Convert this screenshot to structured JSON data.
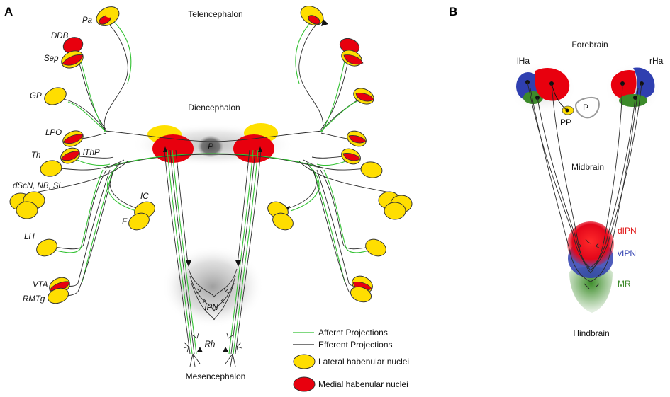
{
  "panels": {
    "a_letter": "A",
    "b_letter": "B"
  },
  "panel_a": {
    "regions": {
      "telencephalon": "Telencephalon",
      "diencephalon": "Diencephalon",
      "mesencephalon": "Mesencephalon"
    },
    "center_labels": {
      "p": "P",
      "ipn": "IPN",
      "rh": "Rh"
    },
    "nuclei_left": {
      "pa": "Pa",
      "ddb": "DDB",
      "sep": "Sep",
      "gp": "GP",
      "lpo": "LPO",
      "th": "Th",
      "ithp": "lThP",
      "dscn": "dScN, NB, Si",
      "ic": "IC",
      "f": "F",
      "lh": "LH",
      "vta": "VTA",
      "rmtg": "RMTg"
    },
    "legend": {
      "afferent": "Affernt Projections",
      "efferent": "Efferent Projections",
      "lateral": "Lateral habenular nuclei",
      "medial": "Medial habenular nuclei"
    }
  },
  "panel_b": {
    "forebrain": "Forebrain",
    "lha": "lHa",
    "rha": "rHa",
    "pp": "PP",
    "p": "P",
    "midbrain": "Midbrain",
    "dipn": "dIPN",
    "vipn": "vIPN",
    "mr": "MR",
    "hindbrain": "Hindbrain"
  },
  "colors": {
    "lateral_yellow": "#ffde00",
    "medial_red": "#e8000e",
    "afferent_green": "#34c234",
    "efferent_black": "#2a2a2a",
    "dipn_red": "#e21b1b",
    "vipn_blue": "#2f3fb0",
    "mr_green": "#3c8a2a"
  }
}
